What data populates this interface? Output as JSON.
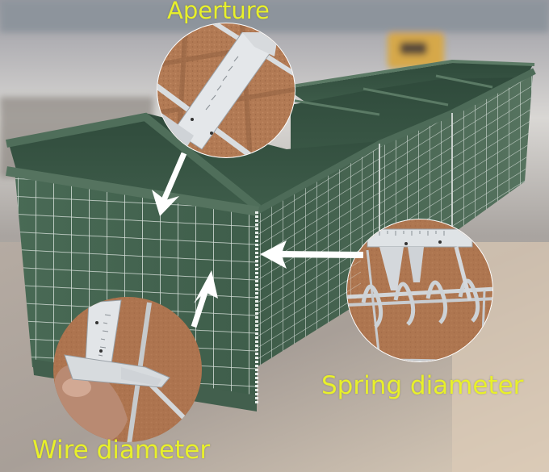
{
  "image": {
    "subject": "Green fabric-lined welded wire mesh barrier (HESCO-style) with measurement callouts",
    "colors": {
      "label_text": "#e8f02a",
      "fabric_green": "#3f5e4c",
      "geotextile_brown": "#b07852",
      "ground": "#c9c2b8",
      "arrow": "#ffffff"
    }
  },
  "callouts": [
    {
      "id": "aperture",
      "label": "Aperture"
    },
    {
      "id": "spring",
      "label": "Spring diameter"
    },
    {
      "id": "wire",
      "label": "Wire diameter"
    }
  ]
}
